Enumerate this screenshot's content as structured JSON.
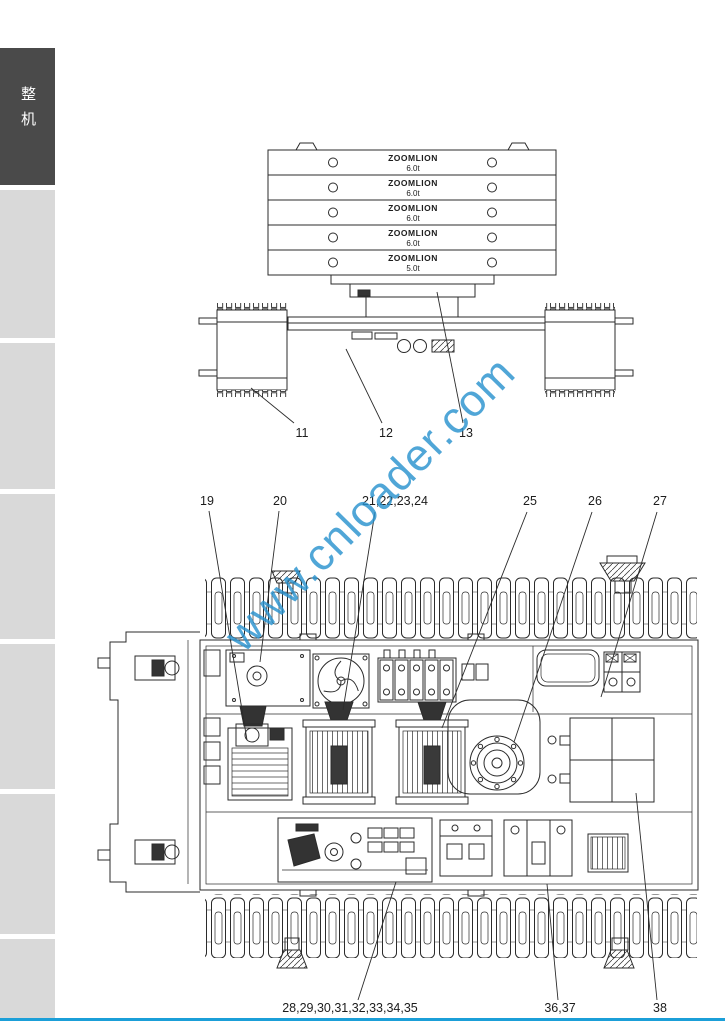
{
  "page": {
    "accent_color": "#1b9fd8"
  },
  "sidebar": {
    "active_tab_label": "整机"
  },
  "watermark": {
    "text": "www.cnloader.com"
  },
  "counterweight_diagram": {
    "slabs": [
      {
        "brand": "ZOOMLION",
        "weight": "6.0t"
      },
      {
        "brand": "ZOOMLION",
        "weight": "6.0t"
      },
      {
        "brand": "ZOOMLION",
        "weight": "6.0t"
      },
      {
        "brand": "ZOOMLION",
        "weight": "6.0t"
      },
      {
        "brand": "ZOOMLION",
        "weight": "5.0t"
      }
    ],
    "callouts": [
      {
        "label": "11"
      },
      {
        "label": "12"
      },
      {
        "label": "13"
      }
    ]
  },
  "undercarriage_diagram": {
    "callouts_top": [
      {
        "label": "19"
      },
      {
        "label": "20"
      },
      {
        "label": "21,22,23,24"
      },
      {
        "label": "25"
      },
      {
        "label": "26"
      },
      {
        "label": "27"
      }
    ],
    "callouts_bottom": [
      {
        "label": "28,29,30,31,32,33,34,35"
      },
      {
        "label": "36,37"
      },
      {
        "label": "38"
      }
    ]
  }
}
